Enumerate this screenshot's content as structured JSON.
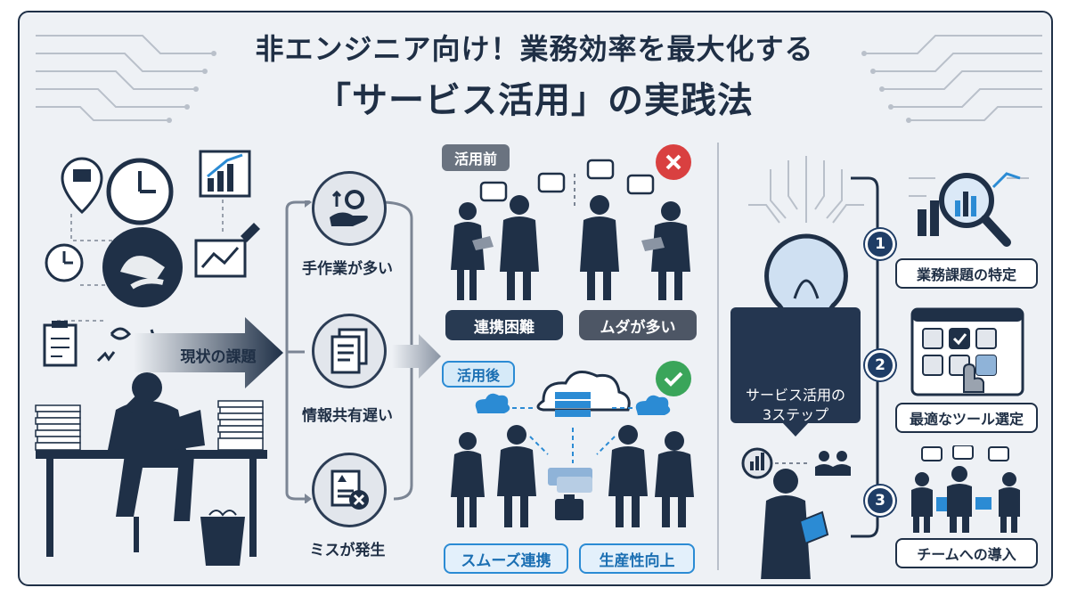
{
  "title": {
    "line1": "非エンジニア向け！業務効率を最大化する",
    "line2": "「サービス活用」の実践法"
  },
  "left": {
    "current_issue_label": "現状の課題"
  },
  "problems": [
    {
      "label": "手作業が多い",
      "icon": "hand-gear-icon"
    },
    {
      "label": "情報共有遅い",
      "icon": "documents-icon"
    },
    {
      "label": "ミスが発生",
      "icon": "error-document-icon"
    }
  ],
  "before": {
    "tag": "活用前",
    "pills": [
      "連携困難",
      "ムダが多い"
    ],
    "status_icon": "x-mark-icon"
  },
  "after": {
    "tag": "活用後",
    "pills": [
      "スムーズ連携",
      "生産性向上"
    ],
    "status_icon": "check-mark-icon"
  },
  "steps_box": {
    "line1": "サービス活用の",
    "line2": "3ステップ"
  },
  "steps": [
    {
      "number": "1",
      "label": "業務課題の特定",
      "icon": "magnifier-chart-icon"
    },
    {
      "number": "2",
      "label": "最適なツール選定",
      "icon": "tool-grid-icon"
    },
    {
      "number": "3",
      "label": "チームへの導入",
      "icon": "team-icon"
    }
  ],
  "colors": {
    "navy": "#1f3047",
    "accent_blue": "#2b8bd4",
    "error_red": "#d94040",
    "success_green": "#3aa55a"
  }
}
